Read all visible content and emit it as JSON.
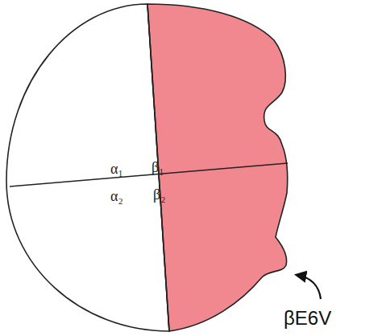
{
  "diagram": {
    "labels": [
      "α₁",
      "β₁",
      "α₂",
      "β₂",
      "βE6V"
    ]
  }
}
